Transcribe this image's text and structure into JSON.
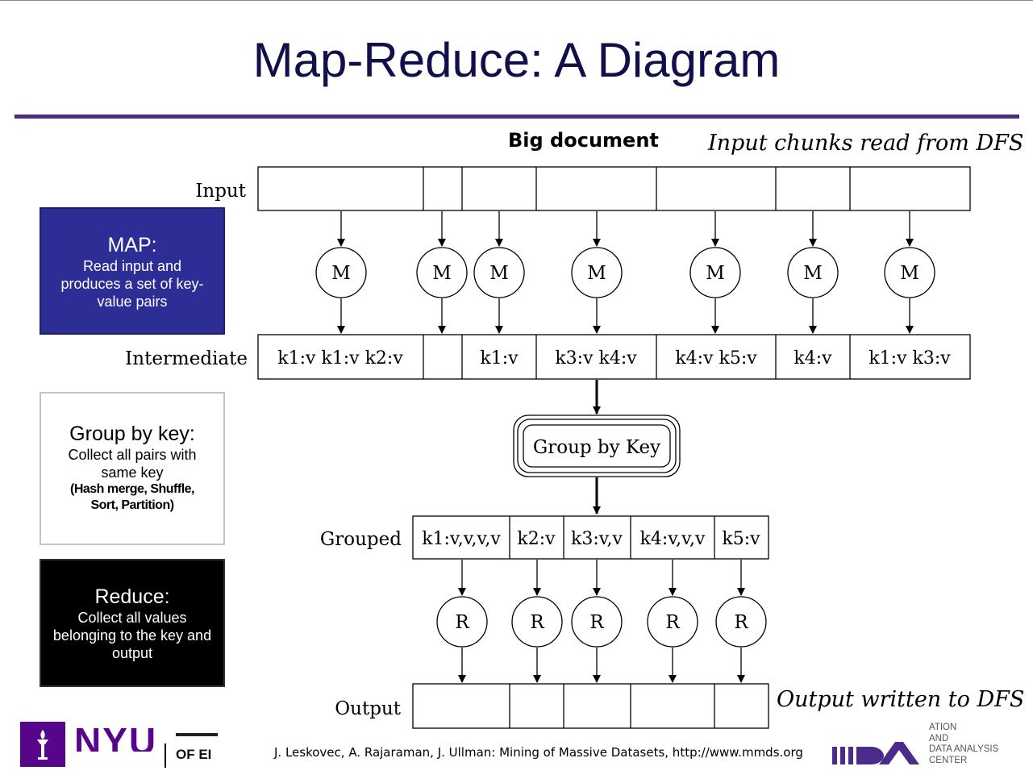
{
  "slide": {
    "title": "Map-Reduce: A Diagram",
    "big_document": "Big document",
    "input_note": "Input chunks read from DFS",
    "output_note": "Output written to DFS",
    "footer": "J. Leskovec, A. Rajaraman, J. Ullman: Mining of Massive Datasets, http://www.mmds.org"
  },
  "side_boxes": {
    "map": {
      "heading": "MAP:",
      "body": "Read input and produces a set of key-value pairs"
    },
    "group": {
      "heading": "Group by key:",
      "body": "Collect all pairs with same key",
      "detail": "(Hash merge, Shuffle, Sort, Partition)"
    },
    "reduce": {
      "heading": "Reduce:",
      "body": "Collect all values belonging to the key and output"
    }
  },
  "diagram": {
    "row_labels": {
      "input": "Input",
      "intermediate": "Intermediate",
      "grouped": "Grouped",
      "output": "Output"
    },
    "map_node_label": "M",
    "reduce_node_label": "R",
    "group_by_key": "Group by Key",
    "intermediate_cells": [
      "k1:v k1:v k2:v",
      "",
      "k1:v",
      "k3:v k4:v",
      "k4:v k5:v",
      "k4:v",
      "k1:v k3:v"
    ],
    "grouped_cells": [
      "k1:v,v,v,v",
      "k2:v",
      "k3:v,v",
      "k4:v,v,v",
      "k5:v"
    ]
  },
  "logos": {
    "nyu": "NYU",
    "nyu_sub": "OF EI",
    "cdsa": "ATION\nAND\nDATA ANALYSIS\nCENTER"
  },
  "colors": {
    "title": "#12104a",
    "rule": "#4b2c7e",
    "map_box": "#2d2d96",
    "reduce_box": "#000000",
    "nyu_purple": "#57068c",
    "cdsa_purple": "#4b2c8a"
  },
  "icons": {
    "nyu": "torch-icon",
    "cdsa": "cdsa-logo-icon"
  }
}
